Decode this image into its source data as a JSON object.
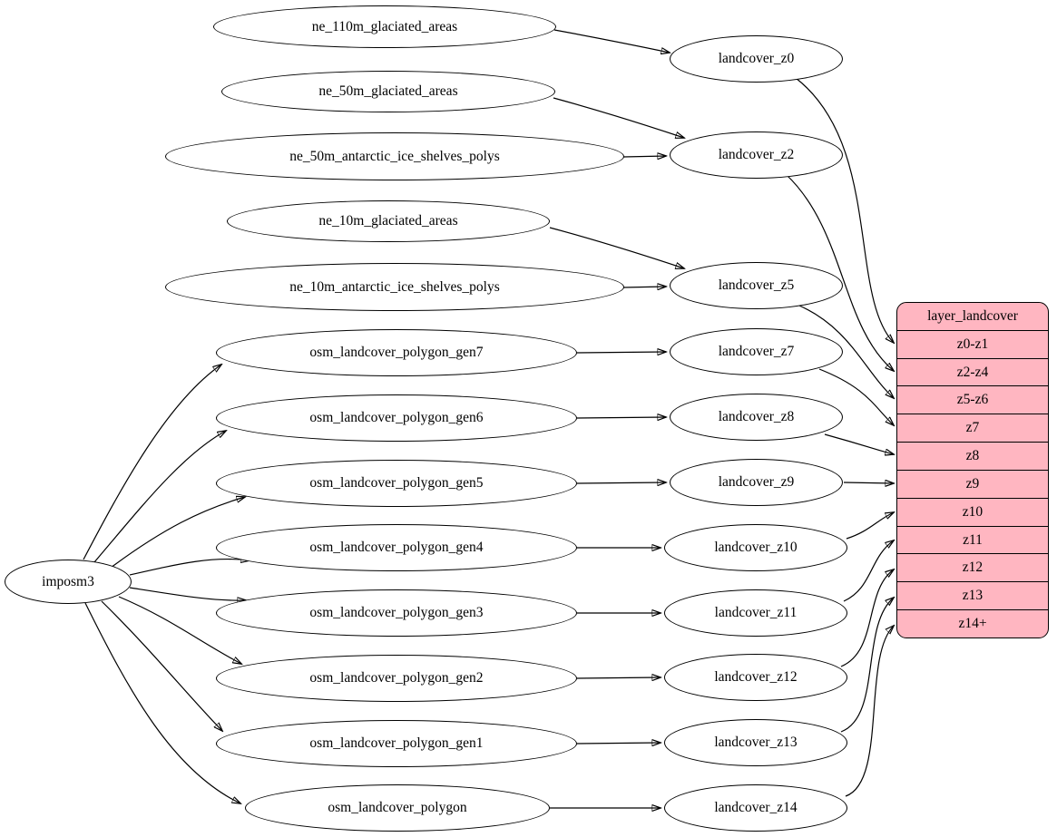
{
  "nodes": {
    "imposm3": {
      "label": "imposm3"
    },
    "ne_110m_glaciated_areas": {
      "label": "ne_110m_glaciated_areas"
    },
    "ne_50m_glaciated_areas": {
      "label": "ne_50m_glaciated_areas"
    },
    "ne_50m_antarctic_ice_shelves_polys": {
      "label": "ne_50m_antarctic_ice_shelves_polys"
    },
    "ne_10m_glaciated_areas": {
      "label": "ne_10m_glaciated_areas"
    },
    "ne_10m_antarctic_ice_shelves_polys": {
      "label": "ne_10m_antarctic_ice_shelves_polys"
    },
    "osm_landcover_polygon_gen7": {
      "label": "osm_landcover_polygon_gen7"
    },
    "osm_landcover_polygon_gen6": {
      "label": "osm_landcover_polygon_gen6"
    },
    "osm_landcover_polygon_gen5": {
      "label": "osm_landcover_polygon_gen5"
    },
    "osm_landcover_polygon_gen4": {
      "label": "osm_landcover_polygon_gen4"
    },
    "osm_landcover_polygon_gen3": {
      "label": "osm_landcover_polygon_gen3"
    },
    "osm_landcover_polygon_gen2": {
      "label": "osm_landcover_polygon_gen2"
    },
    "osm_landcover_polygon_gen1": {
      "label": "osm_landcover_polygon_gen1"
    },
    "osm_landcover_polygon": {
      "label": "osm_landcover_polygon"
    },
    "landcover_z0": {
      "label": "landcover_z0"
    },
    "landcover_z2": {
      "label": "landcover_z2"
    },
    "landcover_z5": {
      "label": "landcover_z5"
    },
    "landcover_z7": {
      "label": "landcover_z7"
    },
    "landcover_z8": {
      "label": "landcover_z8"
    },
    "landcover_z9": {
      "label": "landcover_z9"
    },
    "landcover_z10": {
      "label": "landcover_z10"
    },
    "landcover_z11": {
      "label": "landcover_z11"
    },
    "landcover_z12": {
      "label": "landcover_z12"
    },
    "landcover_z13": {
      "label": "landcover_z13"
    },
    "landcover_z14": {
      "label": "landcover_z14"
    }
  },
  "record": {
    "title": "layer_landcover",
    "fill_color": "#ffb6c1",
    "rows": [
      "z0-z1",
      "z2-z4",
      "z5-z6",
      "z7",
      "z8",
      "z9",
      "z10",
      "z11",
      "z12",
      "z13",
      "z14+"
    ]
  },
  "edges": [
    {
      "from": "ne_110m_glaciated_areas",
      "to": "landcover_z0"
    },
    {
      "from": "ne_50m_glaciated_areas",
      "to": "landcover_z2"
    },
    {
      "from": "ne_50m_antarctic_ice_shelves_polys",
      "to": "landcover_z2"
    },
    {
      "from": "ne_10m_glaciated_areas",
      "to": "landcover_z5"
    },
    {
      "from": "ne_10m_antarctic_ice_shelves_polys",
      "to": "landcover_z5"
    },
    {
      "from": "osm_landcover_polygon_gen7",
      "to": "landcover_z7"
    },
    {
      "from": "osm_landcover_polygon_gen6",
      "to": "landcover_z8"
    },
    {
      "from": "osm_landcover_polygon_gen5",
      "to": "landcover_z9"
    },
    {
      "from": "osm_landcover_polygon_gen4",
      "to": "landcover_z10"
    },
    {
      "from": "osm_landcover_polygon_gen3",
      "to": "landcover_z11"
    },
    {
      "from": "osm_landcover_polygon_gen2",
      "to": "landcover_z12"
    },
    {
      "from": "osm_landcover_polygon_gen1",
      "to": "landcover_z13"
    },
    {
      "from": "osm_landcover_polygon",
      "to": "landcover_z14"
    },
    {
      "from": "imposm3",
      "to": "osm_landcover_polygon_gen7"
    },
    {
      "from": "imposm3",
      "to": "osm_landcover_polygon_gen6"
    },
    {
      "from": "imposm3",
      "to": "osm_landcover_polygon_gen5"
    },
    {
      "from": "imposm3",
      "to": "osm_landcover_polygon_gen4"
    },
    {
      "from": "imposm3",
      "to": "osm_landcover_polygon_gen3"
    },
    {
      "from": "imposm3",
      "to": "osm_landcover_polygon_gen2"
    },
    {
      "from": "imposm3",
      "to": "osm_landcover_polygon_gen1"
    },
    {
      "from": "imposm3",
      "to": "osm_landcover_polygon"
    },
    {
      "from": "landcover_z0",
      "to": "layer_landcover:z0-z1"
    },
    {
      "from": "landcover_z2",
      "to": "layer_landcover:z2-z4"
    },
    {
      "from": "landcover_z5",
      "to": "layer_landcover:z5-z6"
    },
    {
      "from": "landcover_z7",
      "to": "layer_landcover:z7"
    },
    {
      "from": "landcover_z8",
      "to": "layer_landcover:z8"
    },
    {
      "from": "landcover_z9",
      "to": "layer_landcover:z9"
    },
    {
      "from": "landcover_z10",
      "to": "layer_landcover:z10"
    },
    {
      "from": "landcover_z11",
      "to": "layer_landcover:z11"
    },
    {
      "from": "landcover_z12",
      "to": "layer_landcover:z12"
    },
    {
      "from": "landcover_z13",
      "to": "layer_landcover:z13"
    },
    {
      "from": "landcover_z14",
      "to": "layer_landcover:z14+"
    }
  ]
}
